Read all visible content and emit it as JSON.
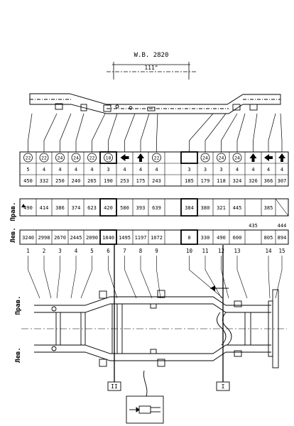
{
  "wheelbase": {
    "label": "W.B. 2820",
    "inches": "111\""
  },
  "side_labels": {
    "right": "Прав.",
    "left": "Лев."
  },
  "bolt_sizes": [
    "22",
    "22",
    "24",
    "24",
    "22",
    "18",
    "",
    "",
    "22",
    "",
    "24",
    "24",
    "24",
    "",
    "",
    ""
  ],
  "icons": [
    "",
    "",
    "",
    "",
    "",
    "",
    "arrow-left-icon",
    "arrow-up-icon",
    "",
    "",
    "",
    "",
    "",
    "arrow-up-icon",
    "arrow-left-icon",
    "arrow-up-icon"
  ],
  "qty": [
    "5",
    "4",
    "4",
    "4",
    "4",
    "3",
    "4",
    "4",
    "4",
    "3",
    "3",
    "3",
    "4",
    "4",
    "4",
    "4"
  ],
  "row_a": [
    "450",
    "332",
    "250",
    "240",
    "265",
    "190",
    "253",
    "175",
    "243",
    "185",
    "179",
    "118",
    "324",
    "326",
    "366",
    "307"
  ],
  "right_values": [
    "490",
    "414",
    "386",
    "374",
    "623",
    "420",
    "580",
    "393",
    "639",
    "384",
    "380",
    "321",
    "445",
    "385"
  ],
  "extra_values": {
    "v435": "435",
    "v444": "444"
  },
  "left_values": [
    "3240",
    "2998",
    "2670",
    "2445",
    "2090",
    "1840",
    "1495",
    "1197",
    "1072",
    "0",
    "330",
    "490",
    "600",
    "805",
    "894"
  ],
  "point_numbers": [
    "1",
    "2",
    "3",
    "4",
    "5",
    "6",
    "7",
    "8",
    "9",
    "10",
    "11",
    "12",
    "13",
    "14",
    "15"
  ],
  "datum_labels": {
    "front": "II",
    "rear": "I"
  }
}
